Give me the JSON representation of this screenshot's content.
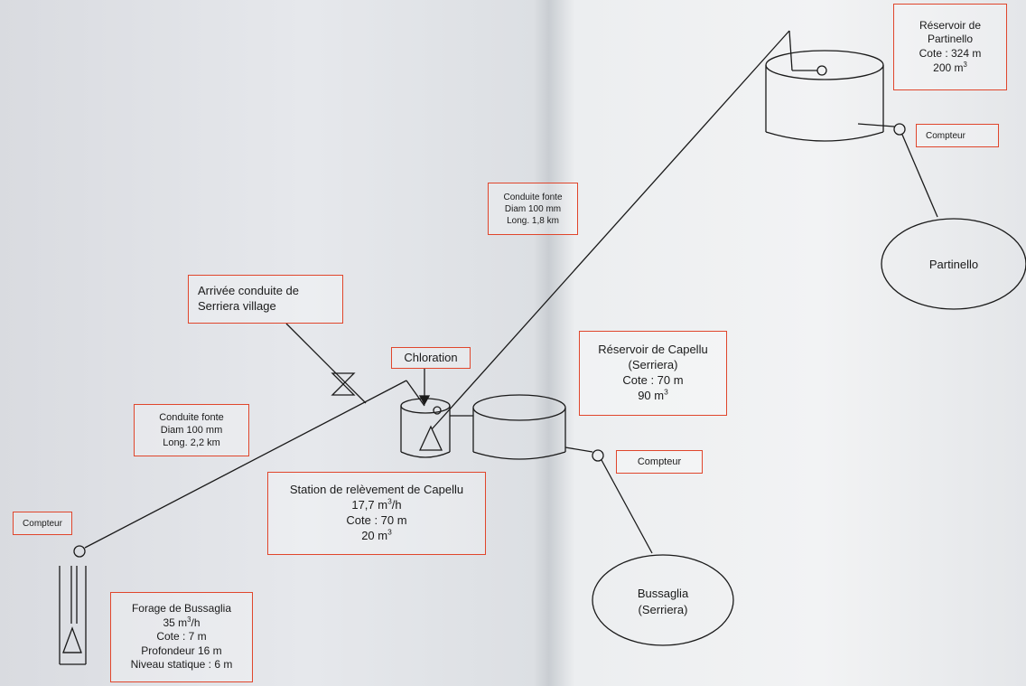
{
  "colors": {
    "box_border": "#e0462c",
    "line": "#1a1a1a"
  },
  "labels": {
    "reservoir_partinello": {
      "line1": "Réservoir de",
      "line2": "Partinello",
      "line3": "Cote : 324 m",
      "line4_value": "200 m",
      "line4_sup": "3"
    },
    "compteur_top": "Compteur",
    "conduite_upper": {
      "line1": "Conduite fonte",
      "line2": "Diam 100 mm",
      "line3": "Long. 1,8 km"
    },
    "partinello_zone": "Partinello",
    "arrivee": {
      "line1": "Arrivée conduite de",
      "line2": "Serriera village"
    },
    "chloration": "Chloration",
    "reservoir_capellu": {
      "line1": "Réservoir de Capellu",
      "line2": "(Serriera)",
      "line3": "Cote : 70 m",
      "line4_value": "90 m",
      "line4_sup": "3"
    },
    "conduite_lower": {
      "line1": "Conduite fonte",
      "line2": "Diam 100 mm",
      "line3": "Long. 2,2 km"
    },
    "compteur_mid": "Compteur",
    "station": {
      "line1": "Station de relèvement de Capellu",
      "line2_value": "17,7 m",
      "line2_sup": "3",
      "line2_unit": "/h",
      "line3": "Cote : 70 m",
      "line4_value": "20 m",
      "line4_sup": "3"
    },
    "compteur_left": "Compteur",
    "bussaglia_zone": {
      "line1": "Bussaglia",
      "line2": "(Serriera)"
    },
    "forage": {
      "line1": "Forage de Bussaglia",
      "line2_value": "35 m",
      "line2_sup": "3",
      "line2_unit": "/h",
      "line3": "Cote : 7 m",
      "line4": "Profondeur 16 m",
      "line5": "Niveau statique : 6 m"
    }
  }
}
